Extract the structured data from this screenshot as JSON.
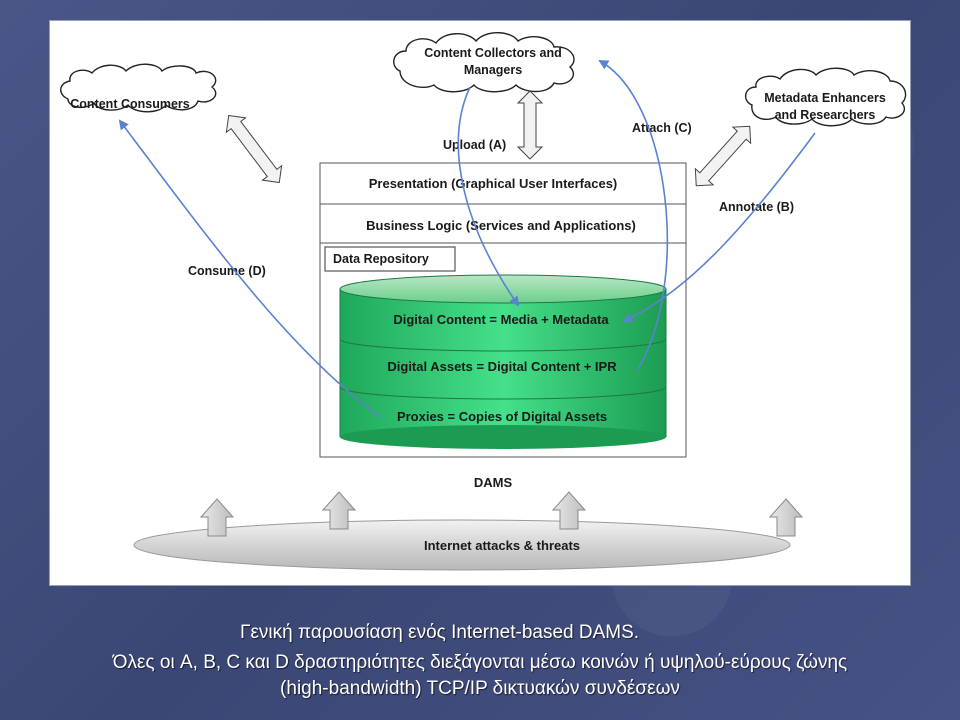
{
  "diagram": {
    "clouds": {
      "content_consumers": "Content Consumers",
      "collectors_line1": "Content Collectors and",
      "collectors_line2": "Managers",
      "metadata_line1": "Metadata Enhancers",
      "metadata_line2": "and Researchers"
    },
    "arrows": {
      "upload": "Upload (A)",
      "attach": "Attach (C)",
      "annotate": "Annotate (B)",
      "consume": "Consume (D)"
    },
    "layers": {
      "presentation": "Presentation (Graphical User Interfaces)",
      "business_logic": "Business Logic (Services and Applications)",
      "data_repository": "Data Repository"
    },
    "cylinder": {
      "digital_content": "Digital Content = Media + Metadata",
      "digital_assets": "Digital Assets = Digital Content + IPR",
      "proxies": "Proxies = Copies of Digital Assets"
    },
    "dams_label": "DAMS",
    "internet_label": "Internet attacks & threats",
    "colors": {
      "cylinder_green": "#2ecc71",
      "arrow_blue": "#6b8fd6",
      "background": "#3e4a78"
    }
  },
  "caption": {
    "line1": "Γενική παρουσίαση ενός Internet-based DAMS.",
    "line2": "Όλες οι A, B, C και D δραστηριότητες διεξάγονται μέσω κοινών ή υψηλού-εύρους ζώνης",
    "line3": "(high-bandwidth) TCP/IP δικτυακών συνδέσεων"
  }
}
